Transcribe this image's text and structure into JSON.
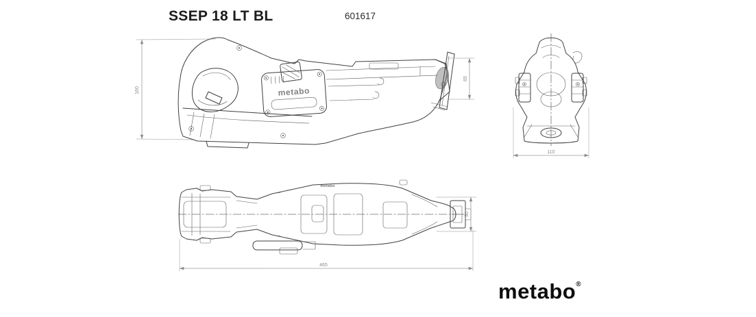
{
  "header": {
    "model": "SSEP 18 LT BL",
    "article_number": "601617"
  },
  "branding": {
    "logo_text": "metabo",
    "registered_mark": "®",
    "housing_label": "metabo",
    "top_label": "metabo"
  },
  "views": {
    "side": {
      "height_dim": "160",
      "front_height_dim": "65"
    },
    "front": {
      "width_dim": "110"
    },
    "top": {
      "length_dim": "465",
      "width_dim": "50"
    }
  },
  "colors": {
    "background": "#ffffff",
    "line": "#3f3f3f",
    "dim_line": "#9b9b9b",
    "dim_text": "#8a8a8a",
    "title_text": "#1c1c1c",
    "logo_text": "#0d0d0d"
  }
}
